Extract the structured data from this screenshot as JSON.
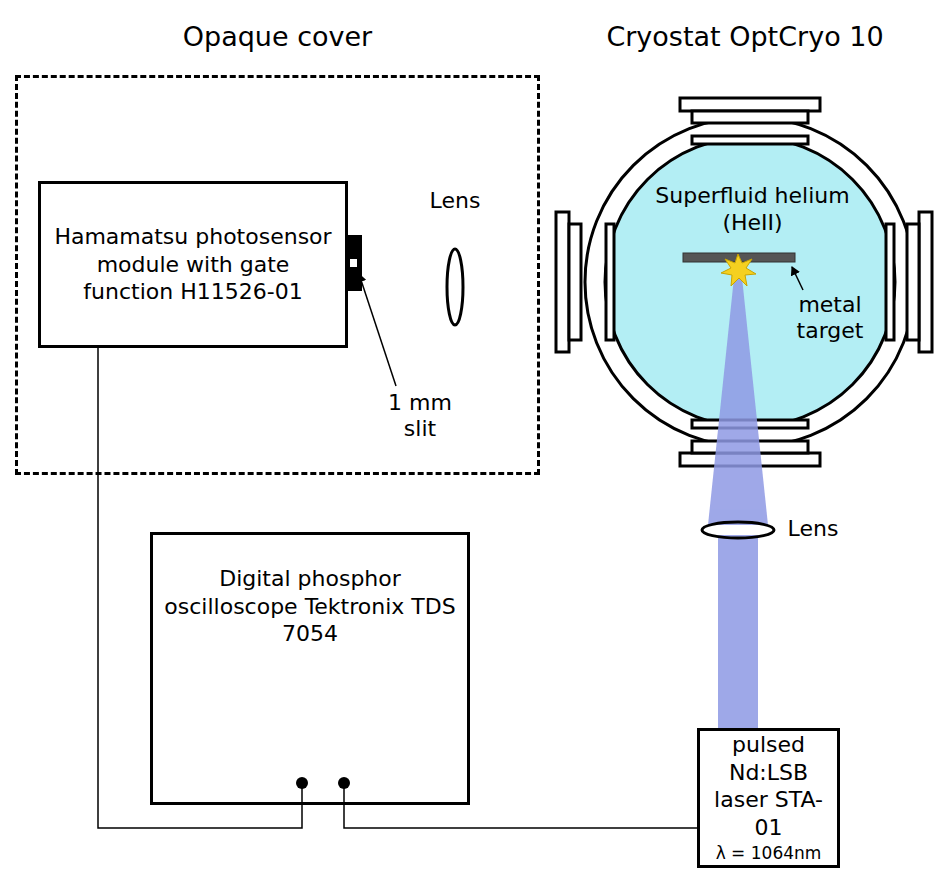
{
  "diagram": {
    "nodes": [
      {
        "text": [
          "Opaque cover"
        ]
      },
      {
        "text": [
          "Hamamatsu photosensor module with gate function H11526-01"
        ],
        "in": 0
      },
      {
        "text": [
          "Cryostat OptCryo 10"
        ]
      },
      {
        "text": [
          "Superfluid helium (HeII)"
        ],
        "in": 2
      },
      {
        "text": [
          "Digital phosphor oscilloscope Tektronix TDS 7054"
        ]
      },
      {
        "text": [
          "pulsed Nd:LSB laser STA-01",
          "λ = 1064nm"
        ]
      }
    ],
    "edges": [
      {
        "from": 1,
        "to": 4,
        "arrow": "none"
      },
      {
        "from": 4,
        "to": 5,
        "arrow": "none"
      }
    ],
    "labels": [
      "Lens",
      "1 mm slit",
      "Lens",
      "metal target"
    ]
  }
}
